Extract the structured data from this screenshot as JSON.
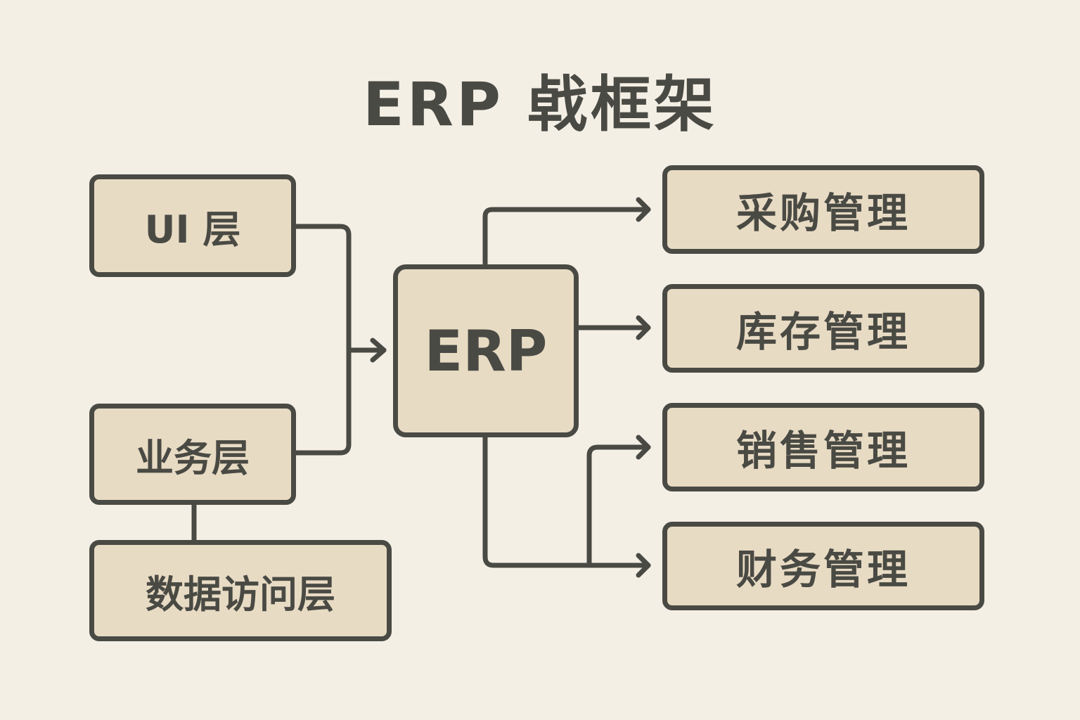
{
  "title": "ERP 㦸框架",
  "left_layers": {
    "ui": "UI 层",
    "business": "业务层",
    "data_access": "数据访问层"
  },
  "center": "ERP",
  "modules": [
    {
      "label": "采购管理"
    },
    {
      "label": "库存管理"
    },
    {
      "label": "销售管理"
    },
    {
      "label": "财务管理"
    }
  ],
  "colors": {
    "background": "#f4efe5",
    "box_fill": "#e8dbc4",
    "stroke": "#4a4a44"
  }
}
